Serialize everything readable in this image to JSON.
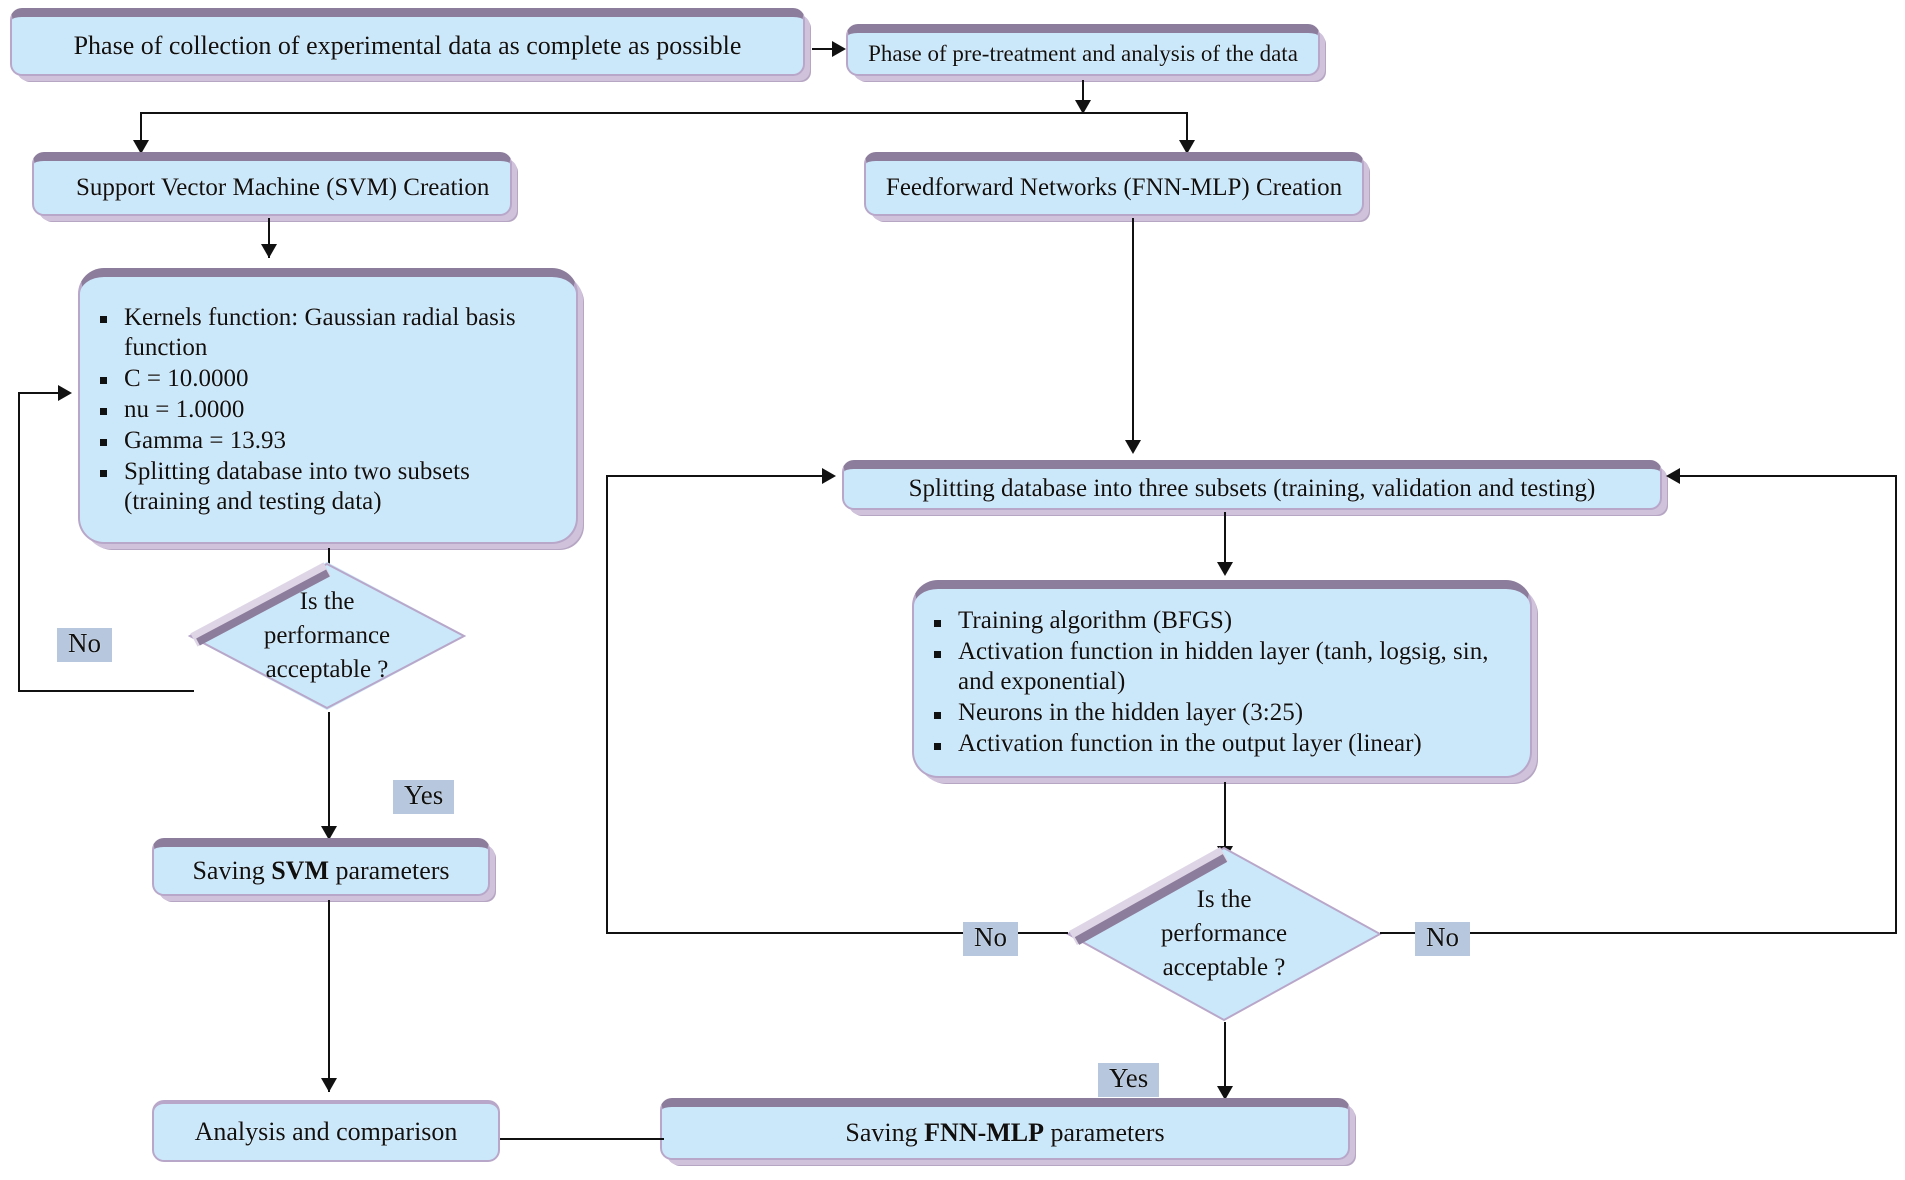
{
  "diagram": {
    "title": "SVM and FNN-MLP modelling workflow flowchart",
    "colors": {
      "box_fill": "#cbe8fb",
      "box_top_border": "#8d7d9c",
      "box_border": "#b9a7c9",
      "shadow_light": "#cfc2da",
      "tag_bg": "#b6c7de",
      "line": "#111111"
    }
  },
  "nodes": {
    "collection": {
      "label": "Phase of collection of experimental data as complete as possible"
    },
    "pretreatment": {
      "label": "Phase of pre-treatment and analysis of the data"
    },
    "svm_creation": {
      "label": "Support Vector Machine (SVM) Creation"
    },
    "fnn_creation": {
      "label": "Feedforward Networks (FNN-MLP) Creation"
    },
    "svm_params": {
      "bullets": [
        "Kernels function: Gaussian radial basis function",
        "C = 10.0000",
        "nu = 1.0000",
        "Gamma = 13.93",
        "Splitting database into two subsets (training and testing data)"
      ]
    },
    "split_three": {
      "label": "Splitting  database  into  three  subsets  (training,  validation  and  testing)"
    },
    "fnn_params": {
      "bullets": [
        "Training algorithm (BFGS)",
        "Activation function in hidden layer (tanh, logsig, sin, and exponential)",
        "Neurons in the hidden layer (3:25)",
        "Activation function in the output layer (linear)"
      ]
    },
    "svm_decision": {
      "line1": "Is the",
      "line2": "performance",
      "line3": "acceptable ?"
    },
    "fnn_decision": {
      "line1": "Is the",
      "line2": "performance",
      "line3": "acceptable ?"
    },
    "saving_svm": {
      "prefix": "Saving ",
      "bold": "SVM",
      "suffix": " parameters"
    },
    "saving_fnn": {
      "prefix": "Saving ",
      "bold": "FNN-MLP",
      "suffix": " parameters"
    },
    "analysis": {
      "label": "Analysis and comparison"
    }
  },
  "edge_labels": {
    "svm_no": "No",
    "svm_yes": "Yes",
    "fnn_no_left": "No",
    "fnn_no_right": "No",
    "fnn_yes": "Yes"
  }
}
